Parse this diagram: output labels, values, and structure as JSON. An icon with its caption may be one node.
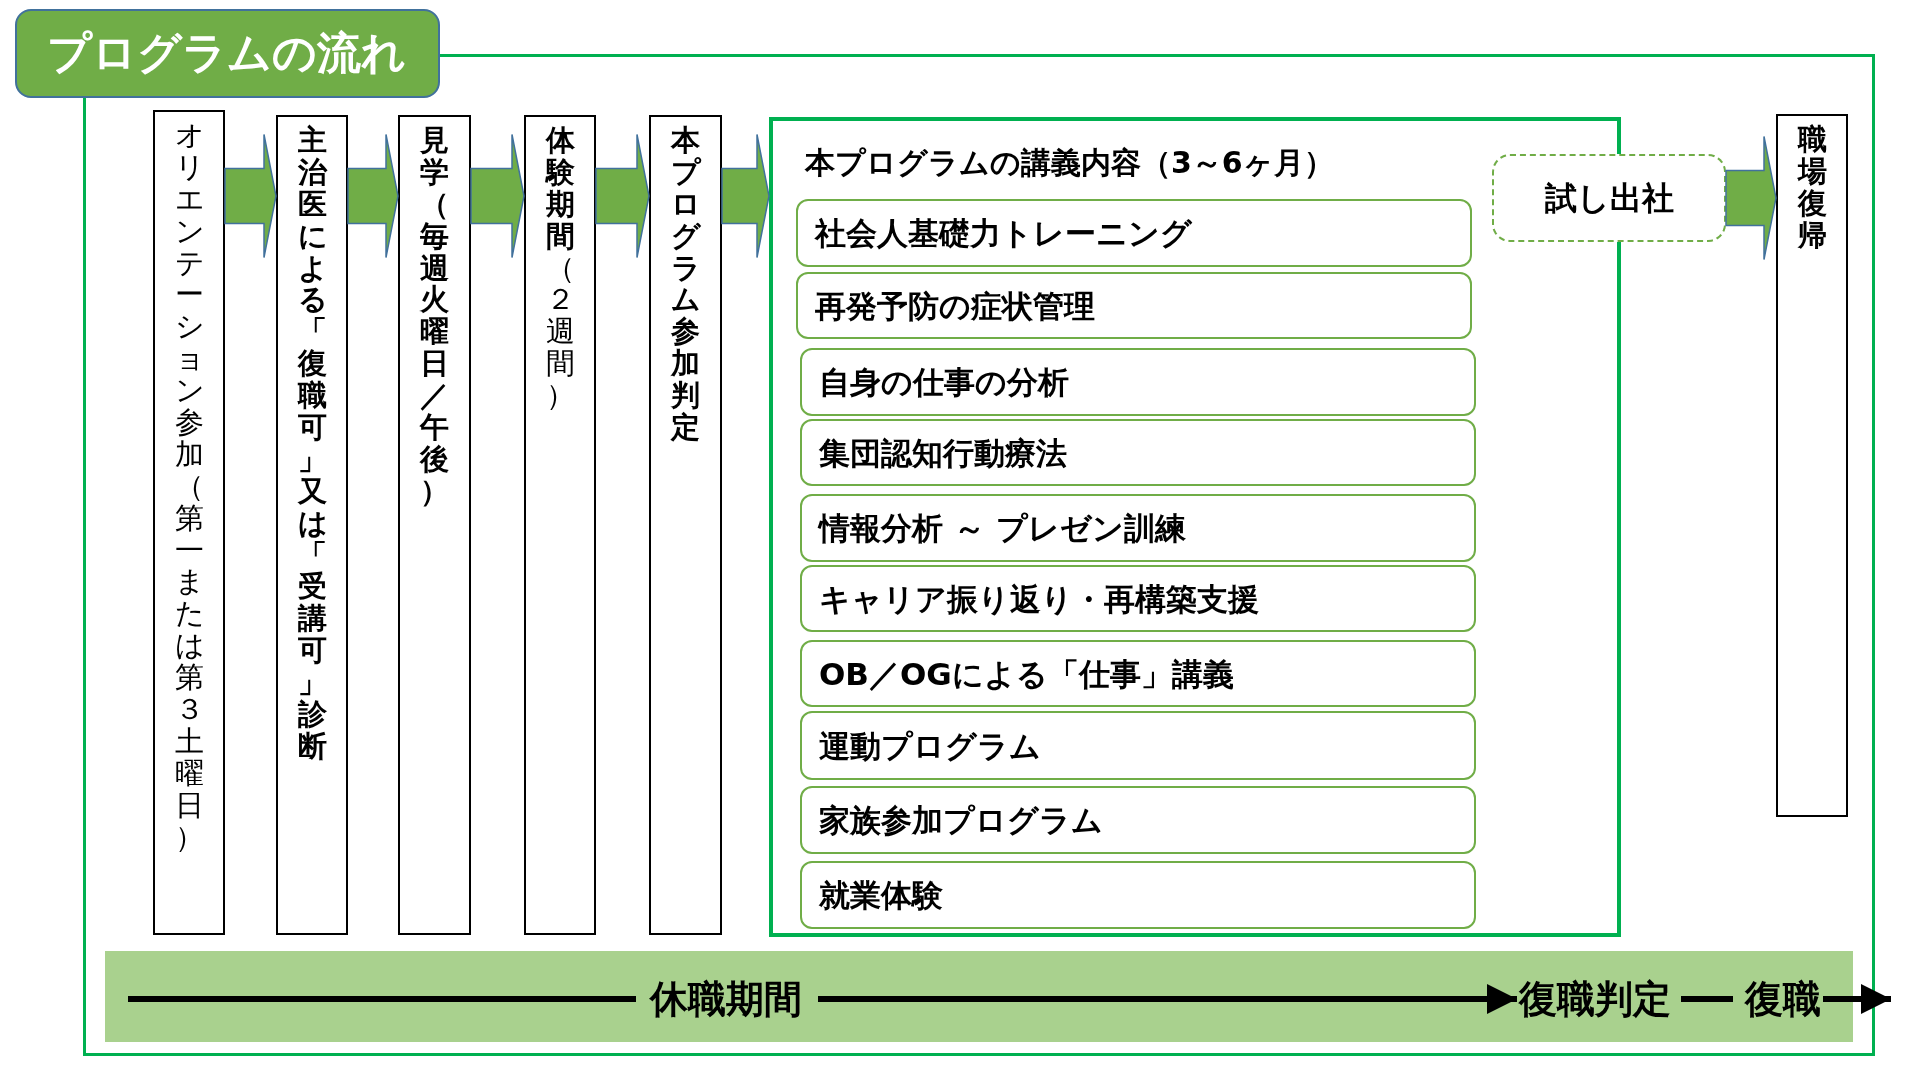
{
  "diagram": {
    "nodes": [
      {
        "text": [
          "プログラムの流れ"
        ]
      },
      {
        "text": [
          "オリエンテーション参加（第一または第３土曜日）"
        ],
        "in": 0
      },
      {
        "text": [
          "主治医による「復職可」又は「受講可」診断"
        ],
        "in": 0
      },
      {
        "text": [
          "見学（毎週火曜日／午後）"
        ],
        "in": 0
      },
      {
        "text": [
          "**体験期間**（２週間）"
        ],
        "in": 0
      },
      {
        "text": [
          "本プログラム参加判定"
        ],
        "in": 0
      },
      {
        "text": [
          "本プログラムの講義内容（3～6ヶ月）"
        ],
        "in": 0
      },
      {
        "text": [
          "社会人基礎力トレーニング"
        ],
        "in": 6
      },
      {
        "text": [
          "再発予防の症状管理"
        ],
        "in": 6
      },
      {
        "text": [
          "自身の仕事の分析"
        ],
        "in": 6
      },
      {
        "text": [
          "集団認知行動療法"
        ],
        "in": 6
      },
      {
        "text": [
          "情報分析 ～ プレゼン訓練"
        ],
        "in": 6
      },
      {
        "text": [
          "キャリア振り返り・再構築支援"
        ],
        "in": 6
      },
      {
        "text": [
          "OB／OGによる「仕事」講義"
        ],
        "in": 6
      },
      {
        "text": [
          "運動プログラム"
        ],
        "in": 6
      },
      {
        "text": [
          "家族参加プログラム"
        ],
        "in": 6
      },
      {
        "text": [
          "就業体験"
        ],
        "in": 6
      },
      {
        "text": [
          "試し出社"
        ],
        "in": 0
      },
      {
        "text": [
          "職場復帰"
        ],
        "in": 0
      },
      {
        "text": [],
        "shape": "bar",
        "in": 0
      },
      {
        "text": [
          "休職期間"
        ],
        "in": 19
      },
      {
        "text": [
          "復職判定"
        ],
        "in": 19
      },
      {
        "text": [
          "復職"
        ],
        "in": 19
      }
    ],
    "edges": [
      {
        "from": 1,
        "to": 2,
        "arrow": "to",
        "style": "thick"
      },
      {
        "from": 2,
        "to": 3,
        "arrow": "to",
        "style": "thick"
      },
      {
        "from": 3,
        "to": 4,
        "arrow": "to",
        "style": "thick"
      },
      {
        "from": 4,
        "to": 5,
        "arrow": "to",
        "style": "thick"
      },
      {
        "from": 5,
        "to": 6,
        "arrow": "to",
        "style": "thick"
      },
      {
        "from": 17,
        "to": 18,
        "arrow": "to",
        "style": "thick"
      },
      {
        "from": null,
        "to": 20,
        "arrow": "none",
        "color": "#000000"
      },
      {
        "from": 20,
        "to": 21,
        "arrow": "to",
        "color": "#000000"
      },
      {
        "from": 21,
        "to": 22,
        "arrow": "none",
        "color": "#000000"
      },
      {
        "from": 22,
        "to": null,
        "arrow": "to",
        "color": "#000000"
      }
    ]
  }
}
